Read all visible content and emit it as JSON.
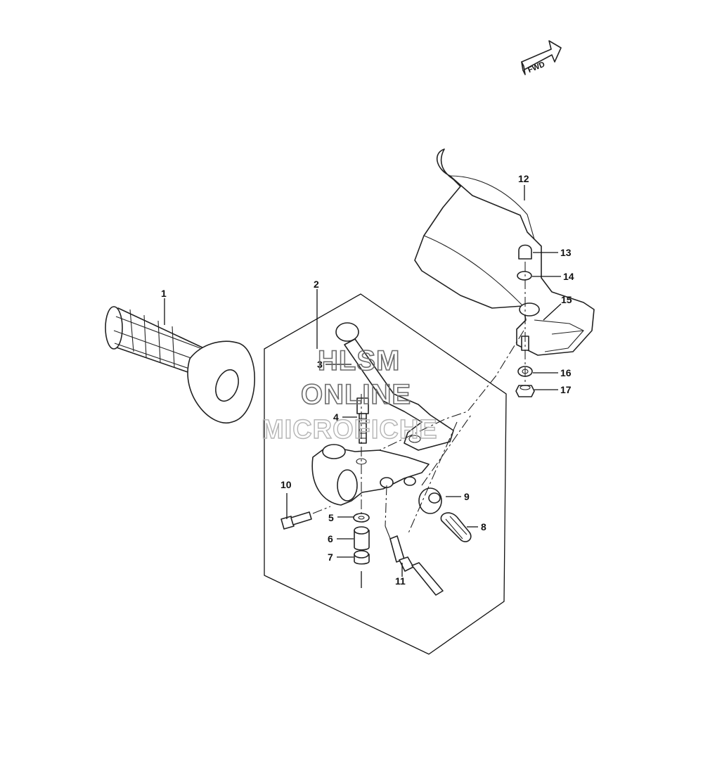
{
  "diagram": {
    "fwd_marker": "FWD",
    "callouts": [
      {
        "id": "c1",
        "label": "1"
      },
      {
        "id": "c2",
        "label": "2"
      },
      {
        "id": "c3",
        "label": "3"
      },
      {
        "id": "c4",
        "label": "4"
      },
      {
        "id": "c5",
        "label": "5"
      },
      {
        "id": "c6",
        "label": "6"
      },
      {
        "id": "c7",
        "label": "7"
      },
      {
        "id": "c8",
        "label": "8"
      },
      {
        "id": "c9",
        "label": "9"
      },
      {
        "id": "c10",
        "label": "10"
      },
      {
        "id": "c11",
        "label": "11"
      },
      {
        "id": "c12",
        "label": "12"
      },
      {
        "id": "c13",
        "label": "13"
      },
      {
        "id": "c14",
        "label": "14"
      },
      {
        "id": "c15",
        "label": "15"
      },
      {
        "id": "c16",
        "label": "16"
      },
      {
        "id": "c17",
        "label": "17"
      }
    ]
  },
  "watermark": {
    "line1": "HLSM",
    "line2": "ONLINE",
    "line3": "MICROFICHE"
  }
}
